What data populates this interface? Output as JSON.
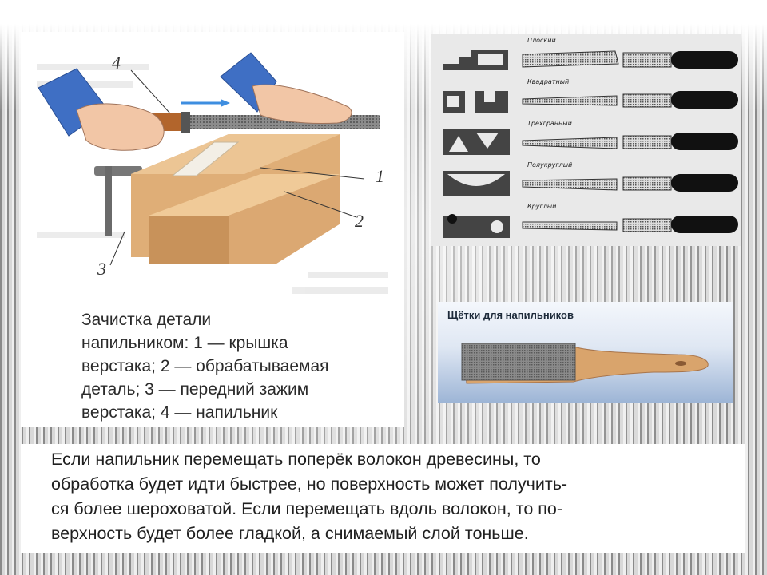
{
  "illustration": {
    "callouts": [
      "4",
      "1",
      "2",
      "3"
    ],
    "caption_lines": [
      "Зачистка детали",
      "напильником: 1 — крышка",
      "верстака; 2 — обрабатываемая",
      "деталь; 3 — передний зажим",
      "верстака; 4 — напильник"
    ]
  },
  "files_panel": {
    "labels": [
      "Плоский",
      "Квадратный",
      "Трехгранный",
      "Полукруглый",
      "Круглый"
    ]
  },
  "brush_panel": {
    "title": "Щётки для напильников"
  },
  "note": {
    "lines": [
      "Если напильник перемещать поперёк волокон древесины, то",
      "обработка будет идти быстрее, но поверхность может получить-",
      "ся более шероховатой. Если перемещать вдоль волокон, то по-",
      "верхность будет более гладкой, а снимаемый слой тоньше."
    ]
  },
  "colors": {
    "wood": "#e2b47f",
    "wood_dark": "#c98f55",
    "sleeve": "#3f6fc4",
    "skin": "#f2c6a6",
    "arrow": "#3e8ee0"
  }
}
